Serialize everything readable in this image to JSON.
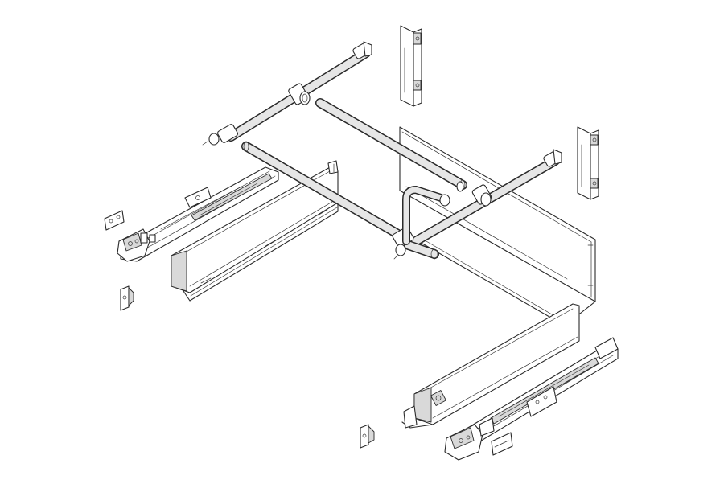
{
  "diagram": {
    "colors": {
      "line": "#2a2a2a",
      "rod_fill": "#e6e6e6",
      "shade": "#d9d9d9",
      "background": "#ffffff"
    },
    "parts": [
      "gallery-rail-frame",
      "rear-panel",
      "left-side-panel",
      "right-side-panel",
      "left-runner",
      "right-runner",
      "left-rear-bracket",
      "right-rear-bracket",
      "left-front-clip",
      "right-front-clip",
      "left-adjustment-plate",
      "right-adjustment-plate"
    ]
  }
}
